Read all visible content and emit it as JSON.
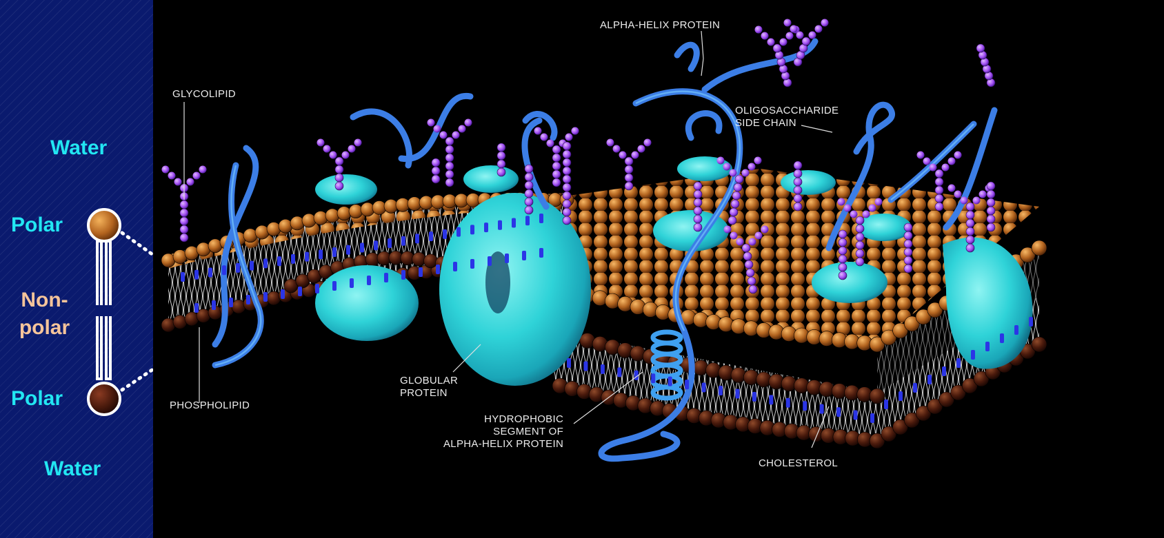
{
  "left_panel": {
    "water_top": "Water",
    "polar_top": "Polar",
    "nonpolar": "Non-\npolar",
    "polar_bottom": "Polar",
    "water_bottom": "Water"
  },
  "callouts": {
    "glycolipid": "GLYCOLIPID",
    "alpha_helix_protein": "ALPHA-HELIX PROTEIN",
    "oligosaccharide": "OLIGOSACCHARIDE\nSIDE CHAIN",
    "phospholipid": "PHOSPHOLIPID",
    "globular_protein": "GLOBULAR\nPROTEIN",
    "hydrophobic_segment": "HYDROPHOBIC\nSEGMENT OF\nALPHA-HELIX PROTEIN",
    "cholesterol": "CHOLESTEROL"
  },
  "colors": {
    "background": "#0a1a6e",
    "label_cyan": "#22e6f2",
    "label_tan": "#f5c49a",
    "head_top": "#b3641f",
    "head_bottom": "#4a1a0c",
    "protein": "#2fd3d8",
    "sugar": "#a24ff2",
    "cholesterol": "#2b35e6"
  },
  "icons": {
    "phospholipid_model": "phospholipid-lollipop-icon",
    "membrane_illustration": "fluid-mosaic-membrane-illustration"
  }
}
